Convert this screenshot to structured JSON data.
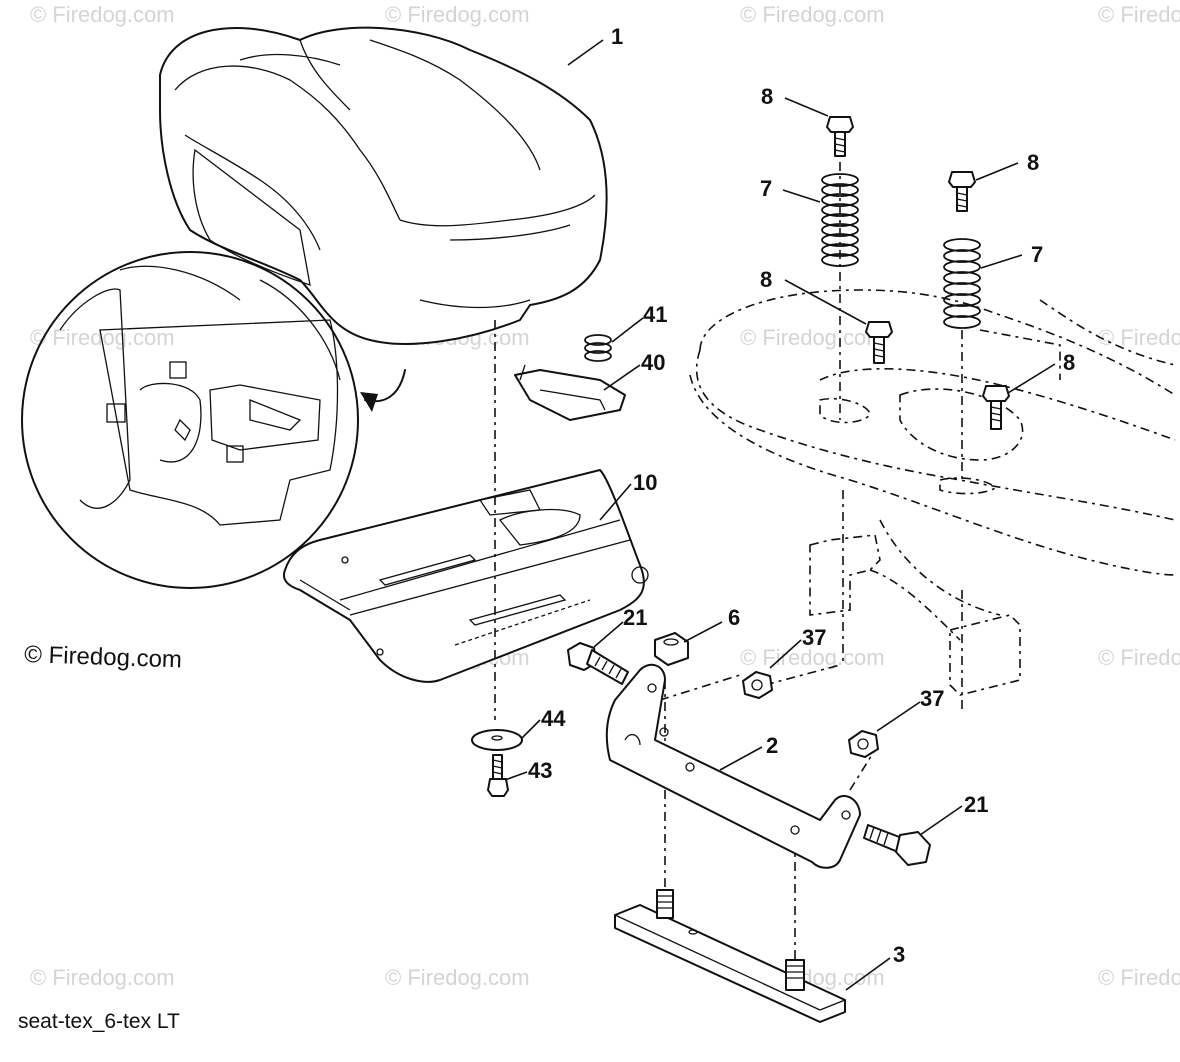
{
  "watermarks": [
    "© Firedog.com"
  ],
  "copyright": "© Firedog.com",
  "caption": "seat-tex_6-tex LT",
  "callouts": [
    {
      "id": "c1",
      "label": "1"
    },
    {
      "id": "c8a",
      "label": "8"
    },
    {
      "id": "c8b",
      "label": "8"
    },
    {
      "id": "c7a",
      "label": "7"
    },
    {
      "id": "c7b",
      "label": "7"
    },
    {
      "id": "c8c",
      "label": "8"
    },
    {
      "id": "c8d",
      "label": "8"
    },
    {
      "id": "c41",
      "label": "41"
    },
    {
      "id": "c40",
      "label": "40"
    },
    {
      "id": "c10",
      "label": "10"
    },
    {
      "id": "c6",
      "label": "6"
    },
    {
      "id": "c21a",
      "label": "21"
    },
    {
      "id": "c37a",
      "label": "37"
    },
    {
      "id": "c37b",
      "label": "37"
    },
    {
      "id": "c44",
      "label": "44"
    },
    {
      "id": "c43",
      "label": "43"
    },
    {
      "id": "c2",
      "label": "2"
    },
    {
      "id": "c21b",
      "label": "21"
    },
    {
      "id": "c3",
      "label": "3"
    }
  ]
}
